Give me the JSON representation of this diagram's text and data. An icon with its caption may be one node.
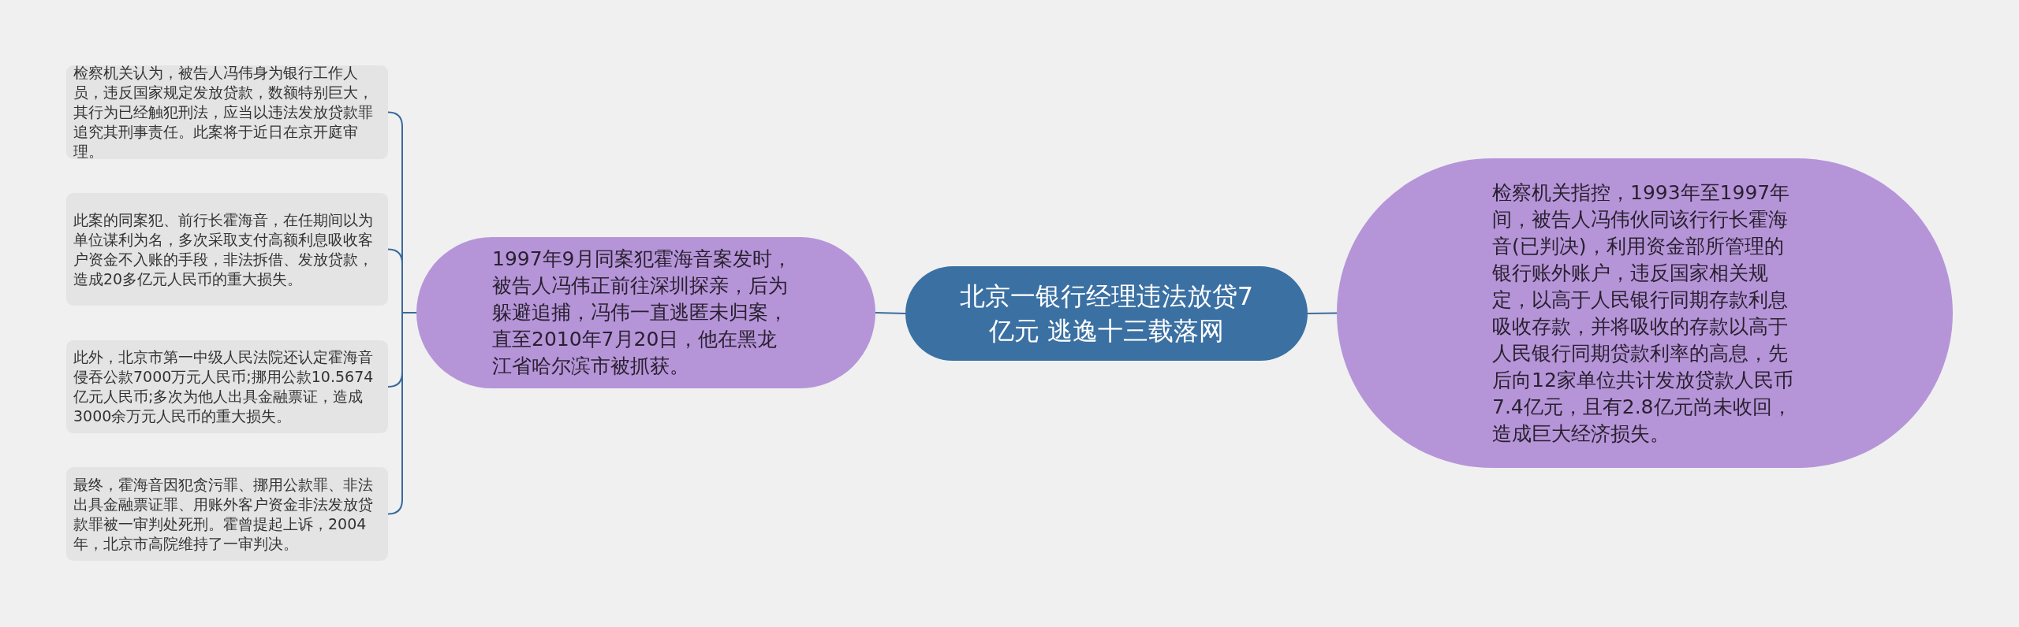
{
  "diagram": {
    "nodes": [
      {
        "text": [
          "北京一银行经理违法放贷7亿元 逃逸十三载落网"
        ]
      },
      {
        "text": [
          "1997年9月同案犯霍海音案发时，被告人冯伟正前往深圳探亲，后为躲避追捕，冯伟一直逃匿未归案，直至2010年7月20日，他在黑龙江省哈尔滨市被抓获。"
        ]
      },
      {
        "text": [
          "检察机关认为，被告人冯伟身为银行工作人员，违反国家规定发放贷款，数额特别巨大，其行为已经触犯刑法，应当以违法发放贷款罪追究其刑事责任。此案将于近日在京开庭审理。"
        ]
      },
      {
        "text": [
          "此案的同案犯、前行长霍海音，在任期间以为单位谋利为名，多次采取支付高额利息吸收客户资金不入账的手段，非法拆借、发放贷款，造成20多亿元人民币的重大损失。"
        ]
      },
      {
        "text": [
          "此外，北京市第一中级人民法院还认定霍海音侵吞公款7000万元人民币;挪用公款10.5674亿元人民币;多次为他人出具金融票证，造成3000余万元人民币的重大损失。"
        ]
      },
      {
        "text": [
          "最终，霍海音因犯贪污罪、挪用公款罪、非法出具金融票证罪、用账外客户资金非法发放贷款罪被一审判处死刑。霍曾提起上诉，2004年，北京市高院维持了一审判决。"
        ]
      },
      {
        "text": [
          "检察机关指控，1993年至1997年间，被告人冯伟伙同该行行长霍海音(已判决)，利用资金部所管理的银行账外账户，违反国家相关规定，以高于人民银行同期存款利息吸收存款，并将吸收的存款以高于人民银行同期贷款利率的高息，先后向12家单位共计发放贷款人民币7.4亿元，且有2.8亿元尚未收回，造成巨大经济损失。"
        ]
      }
    ],
    "edges": [
      {
        "from": 0,
        "to": 1,
        "arrow": "none"
      },
      {
        "from": 1,
        "to": 2,
        "arrow": "none"
      },
      {
        "from": 1,
        "to": 3,
        "arrow": "none"
      },
      {
        "from": 1,
        "to": 4,
        "arrow": "none"
      },
      {
        "from": 1,
        "to": 5,
        "arrow": "none"
      },
      {
        "from": 0,
        "to": 6,
        "arrow": "none"
      }
    ]
  }
}
